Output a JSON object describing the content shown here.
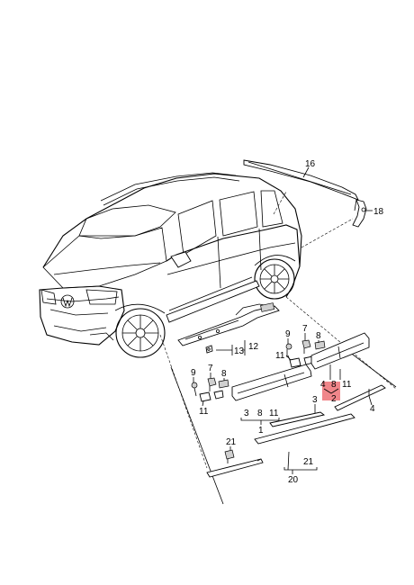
{
  "callouts": {
    "c16": "16",
    "c18": "18",
    "c12": "12",
    "c13": "13",
    "c9a": "9",
    "c7a": "7",
    "c8a": "8",
    "c11a": "11",
    "c9b": "9",
    "c7b": "7",
    "c8b": "8",
    "c11b": "11",
    "c4a": "4",
    "c8c": "8",
    "c11c": "11",
    "c2": "2",
    "c3a": "3",
    "c4b": "4",
    "c3b": "3",
    "c8d": "8",
    "c11d": "11",
    "c1": "1",
    "c21a": "21",
    "c21b": "21",
    "c20": "20"
  },
  "colors": {
    "highlight": "#f0868a",
    "line": "#000000",
    "shade": "#d0d0d0"
  }
}
